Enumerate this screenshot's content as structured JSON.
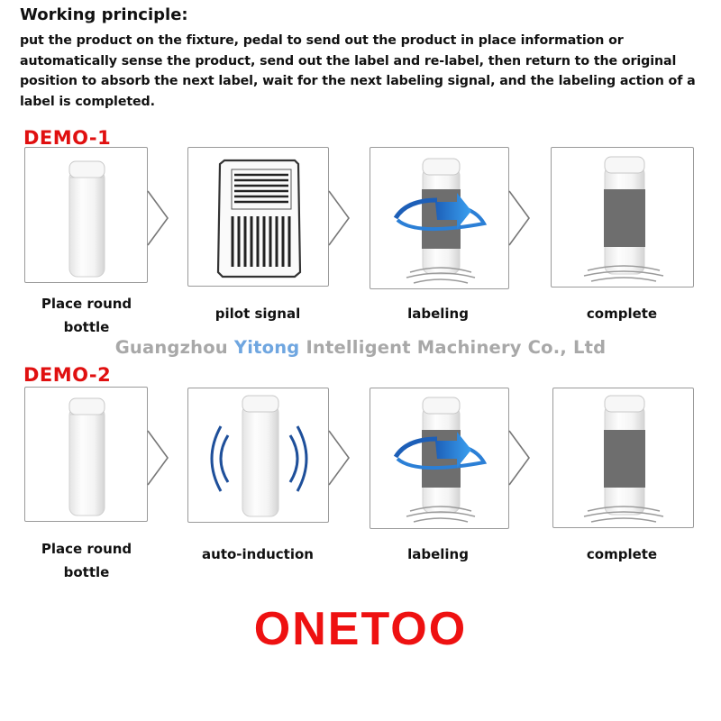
{
  "header": {
    "title": "Working principle:",
    "description": "put the product on the fixture, pedal to send out the product in place information or automatically sense the product, send out the label and re-label, then return to the original position to absorb the next label, wait for the next labeling signal, and the labeling action of a label is completed."
  },
  "demo1": {
    "label": "DEMO-1",
    "steps": [
      {
        "caption": "Place round bottle",
        "icon": "round-bottle-icon"
      },
      {
        "caption": "pilot signal",
        "icon": "foot-pedal-icon"
      },
      {
        "caption": "labeling",
        "icon": "labeling-rotation-icon"
      },
      {
        "caption": "complete",
        "icon": "labeled-bottle-icon"
      }
    ]
  },
  "demo2": {
    "label": "DEMO-2",
    "steps": [
      {
        "caption": "Place round bottle",
        "icon": "round-bottle-icon"
      },
      {
        "caption": "auto-induction",
        "icon": "sensor-waves-icon"
      },
      {
        "caption": "labeling",
        "icon": "labeling-rotation-icon"
      },
      {
        "caption": "complete",
        "icon": "labeled-bottle-icon"
      }
    ]
  },
  "company": {
    "prefix": "Guangzhou ",
    "accent": "Yitong",
    "suffix": " Intelligent Machinery Co., Ltd",
    "accent_color": "#6fa6e0",
    "text_color": "#a8a8a8"
  },
  "brand": {
    "name": "ONETOO",
    "color": "#ee1111"
  },
  "colors": {
    "demo_label": "#e01010",
    "label_band": "#6e6e6e",
    "arrow": "#2b7fd6"
  }
}
